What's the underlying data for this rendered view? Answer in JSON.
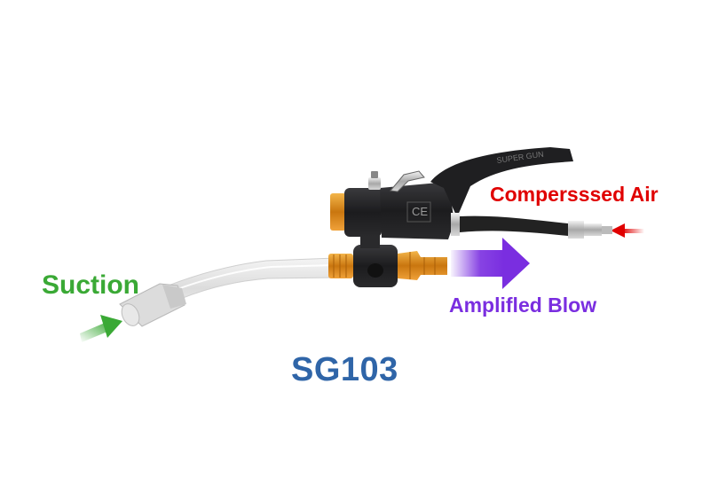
{
  "labels": {
    "compressed_air": "Compersssed Air",
    "amplified_blow": "Amplifled Blow",
    "suction": "Suction",
    "model": "SG103"
  },
  "gun_marking": {
    "brand_engraving": "SUPER GUN",
    "certification_mark": "CE"
  },
  "colors": {
    "compressed_air": "#e00000",
    "amplified_blow": "#7a2ee0",
    "suction": "#3aa935",
    "model": "#2f65a8",
    "gun_body": "#1c1c1e",
    "brass_fitting": "#d9881a",
    "hose": "#e6e6e6"
  },
  "icons": {
    "air_arrow": "red-arrow-left",
    "blow_arrow": "purple-arrow-right",
    "suction_arrow": "green-arrow-right"
  }
}
